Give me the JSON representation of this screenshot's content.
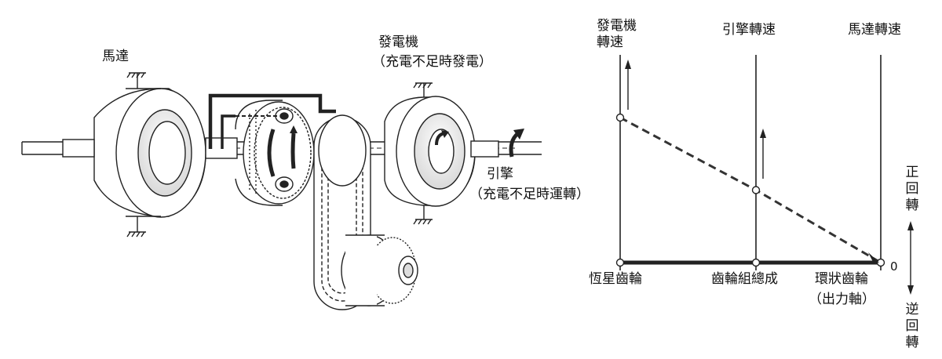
{
  "left_diagram": {
    "motor_label": "馬達",
    "generator_label": "發電機",
    "generator_note": "（充電不足時發電）",
    "engine_label": "引擎",
    "engine_note": "（充電不足時運轉）"
  },
  "nomogram": {
    "generator_speed": [
      "發電機",
      "轉速"
    ],
    "engine_speed": "引擎轉速",
    "motor_speed": "馬達轉速",
    "sun_gear": "恆星齒輪",
    "carrier": "齒輪組總成",
    "ring_gear": "環狀齒輪",
    "ring_gear_note": "（出力軸）",
    "zero_label": "0",
    "forward_label": [
      "正",
      "回",
      "轉"
    ],
    "reverse_label": [
      "逆",
      "回",
      "轉"
    ]
  },
  "chart_data": {
    "type": "line",
    "title": "",
    "x_axes": [
      "恆星齒輪",
      "齒輪組總成",
      "環狀齒輪"
    ],
    "series": [
      {
        "name": "operating line",
        "style": "dashed",
        "values": [
          1.0,
          0.5,
          0.0
        ]
      },
      {
        "name": "zero baseline",
        "style": "solid-bold",
        "values": [
          0.0,
          0.0,
          0.0
        ]
      }
    ],
    "ylabel_top": "正回轉",
    "ylabel_bottom": "逆回轉",
    "zero_tick": "0"
  }
}
